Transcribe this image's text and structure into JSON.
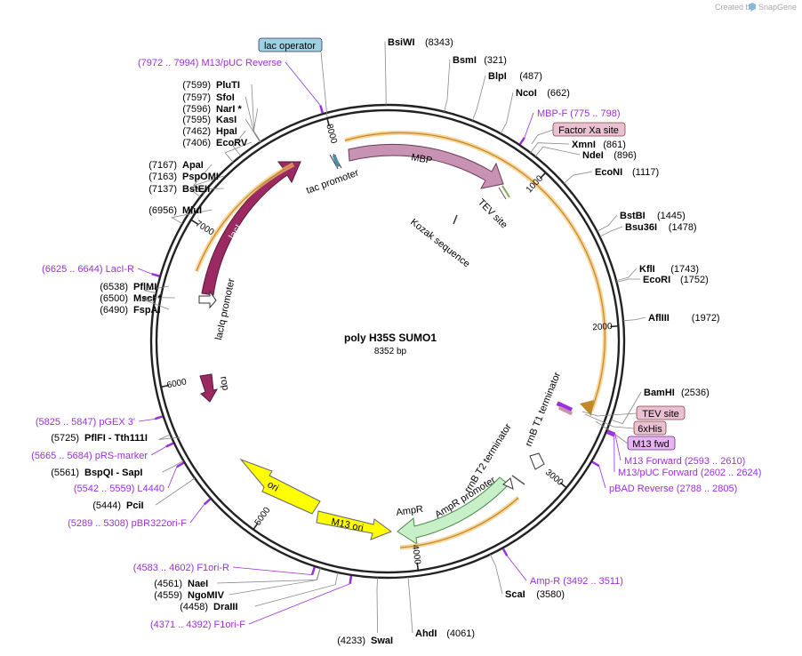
{
  "credit": "Created by",
  "brand": "SnapGene",
  "plasmid": {
    "name": "poly H35S SUMO1",
    "length_label": "8352 bp",
    "length": 8352
  },
  "ticks": [
    1000,
    2000,
    3000,
    4000,
    5000,
    6000,
    7000,
    8000
  ],
  "colors": {
    "ring": "#222222",
    "primer": "#9b30d9",
    "enzyme_line": "#888888",
    "mbp": "#c893b3",
    "laci": "#9b2a63",
    "rop": "#9b2a63",
    "ampr": "#c8f0c8",
    "ori": "#ffff00",
    "m13ori": "#ffff00",
    "promoter": "#ffffff",
    "highlight": "#f7c26b",
    "tag_fill": "#e9c1d2",
    "lacop_fill": "#9fd0e0",
    "m13fwd_fill": "#e6b4f0"
  },
  "enzymes_right": [
    {
      "name": "BsiWI",
      "pos": "(8343)",
      "at": 8343
    },
    {
      "name": "BsmI",
      "pos": "(321)",
      "at": 321
    },
    {
      "name": "BlpI",
      "pos": "(487)",
      "at": 487
    },
    {
      "name": "NcoI",
      "pos": "(662)",
      "at": 662
    },
    {
      "name": "XmnI",
      "pos": "(861)",
      "at": 861
    },
    {
      "name": "NdeI",
      "pos": "(896)",
      "at": 896
    },
    {
      "name": "EcoNI",
      "pos": "(1117)",
      "at": 1117
    },
    {
      "name": "BstBI",
      "pos": "(1445)",
      "at": 1445
    },
    {
      "name": "Bsu36I",
      "pos": "(1478)",
      "at": 1478
    },
    {
      "name": "KflI",
      "pos": "(1743)",
      "at": 1743
    },
    {
      "name": "EcoRI",
      "pos": "(1752)",
      "at": 1752
    },
    {
      "name": "AflIII",
      "pos": "(1972)",
      "at": 1972
    },
    {
      "name": "BamHI",
      "pos": "(2536)",
      "at": 2536
    },
    {
      "name": "ScaI",
      "pos": "(3580)",
      "at": 3580
    },
    {
      "name": "AhdI",
      "pos": "(4061)",
      "at": 4061
    }
  ],
  "enzymes_left": [
    {
      "pos": "(7599)",
      "name": "PluTI",
      "at": 7599
    },
    {
      "pos": "(7597)",
      "name": "SfoI",
      "at": 7597
    },
    {
      "pos": "(7596)",
      "name": "NarI *",
      "at": 7596
    },
    {
      "pos": "(7595)",
      "name": "KasI",
      "at": 7595
    },
    {
      "pos": "(7462)",
      "name": "HpaI",
      "at": 7462
    },
    {
      "pos": "(7406)",
      "name": "EcoRV",
      "at": 7406
    },
    {
      "pos": "(7167)",
      "name": "ApaI",
      "at": 7167
    },
    {
      "pos": "(7163)",
      "name": "PspOMI",
      "at": 7163
    },
    {
      "pos": "(7137)",
      "name": "BstEII",
      "at": 7137
    },
    {
      "pos": "(6956)",
      "name": "MluI",
      "at": 6956
    },
    {
      "pos": "(6538)",
      "name": "PflMI",
      "at": 6538
    },
    {
      "pos": "(6500)",
      "name": "MscI *",
      "at": 6500
    },
    {
      "pos": "(6490)",
      "name": "FspAI",
      "at": 6490
    },
    {
      "pos": "(5725)",
      "name": "PflFI - Tth111I",
      "at": 5725
    },
    {
      "pos": "(5561)",
      "name": "BspQI - SapI",
      "at": 5561
    },
    {
      "pos": "(5444)",
      "name": "PciI",
      "at": 5444
    },
    {
      "pos": "(4561)",
      "name": "NaeI",
      "at": 4561
    },
    {
      "pos": "(4559)",
      "name": "NgoMIV",
      "at": 4559
    },
    {
      "pos": "(4458)",
      "name": "DraIII",
      "at": 4458
    },
    {
      "pos": "(4233)",
      "name": "SwaI",
      "at": 4233
    }
  ],
  "primers": [
    {
      "text": "(7972 .. 7994)  M13/pUC Reverse",
      "at": 7983
    },
    {
      "text": "MBP-F     (775 .. 798)",
      "at": 786
    },
    {
      "text": "(6625 .. 6644)  LacI-R",
      "at": 6634
    },
    {
      "text": "(5825 .. 5847)  pGEX 3'",
      "at": 5836
    },
    {
      "text": "(5665 .. 5684)  pRS-marker",
      "at": 5674
    },
    {
      "text": "(5542 .. 5559)  L4440",
      "at": 5550
    },
    {
      "text": "(5289 .. 5308)  pBR322ori-F",
      "at": 5298
    },
    {
      "text": "(4583 .. 4602)  F1ori-R",
      "at": 4592
    },
    {
      "text": "(4371 .. 4392)  F1ori-F",
      "at": 4381
    },
    {
      "text": "Amp-R     (3492 .. 3511)",
      "at": 3501
    },
    {
      "text": "M13 Forward     (2593 .. 2610)",
      "at": 2601
    },
    {
      "text": "M13/pUC Forward     (2602 .. 2624)",
      "at": 2613
    },
    {
      "text": "pBAD Reverse     (2788 .. 2805)",
      "at": 2796
    }
  ],
  "boxes": {
    "lac_operator": "lac operator",
    "factor_xa": "Factor Xa site",
    "tev_site_box": "TEV site",
    "his": "6xHis",
    "m13_fwd": "M13 fwd"
  },
  "features": {
    "mbp": "MBP",
    "tac_promoter": "tac promoter",
    "tev_site": "TEV site",
    "kozak": "Kozak sequence",
    "laci": "lacI",
    "lacIq_promoter": "lacIq promoter",
    "rop": "rop",
    "ori": "ori",
    "m13_ori": "M13 ori",
    "ampr": "AmpR",
    "ampr_promoter": "AmpR promoter",
    "rrnb_t2": "rrnB T2 terminator",
    "rrnb_t1": "rrnB T1 terminator"
  }
}
